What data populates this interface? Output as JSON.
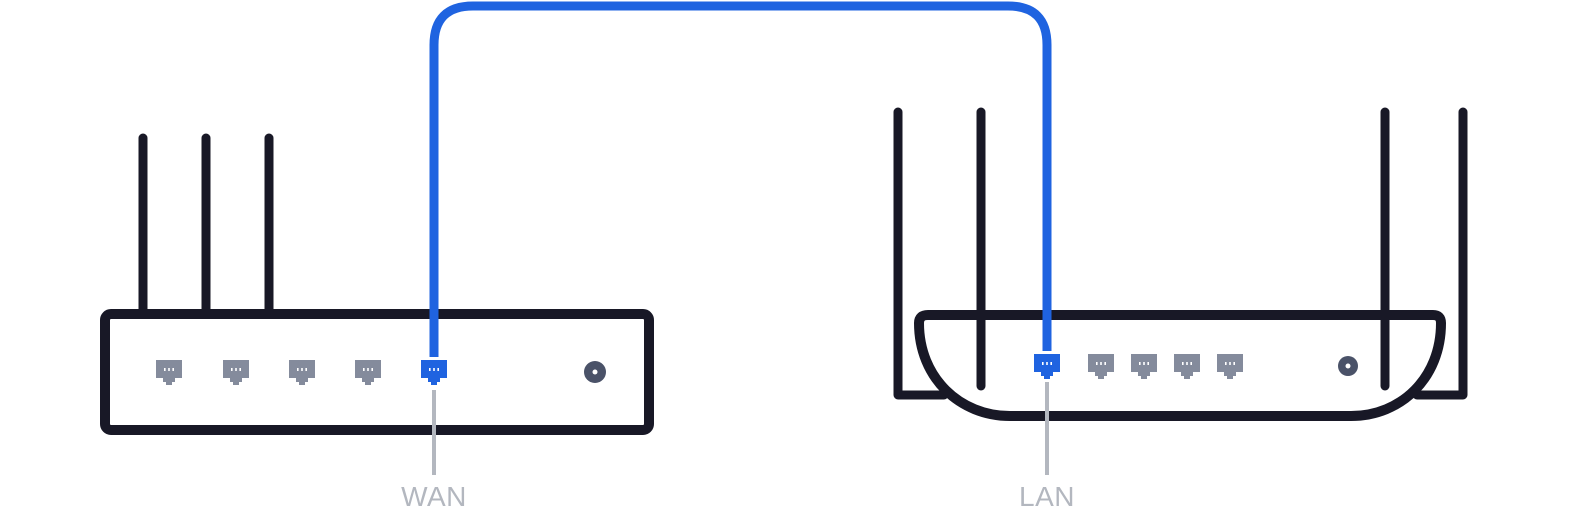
{
  "labels": {
    "wan": "WAN",
    "lan": "LAN"
  },
  "colors": {
    "device_outline": "#181826",
    "cable": "#1f63e0",
    "active_port": "#1f63e0",
    "idle_port": "#848b9c",
    "label_text": "#b3b7bf",
    "leader_line": "#b3b7bf",
    "background": "#ffffff"
  },
  "devices": [
    {
      "id": "router-left",
      "antennas": 3,
      "ethernet_ports": 5,
      "highlighted_port": "WAN"
    },
    {
      "id": "router-right",
      "antennas": 4,
      "ethernet_ports": 5,
      "highlighted_port": "LAN"
    }
  ]
}
